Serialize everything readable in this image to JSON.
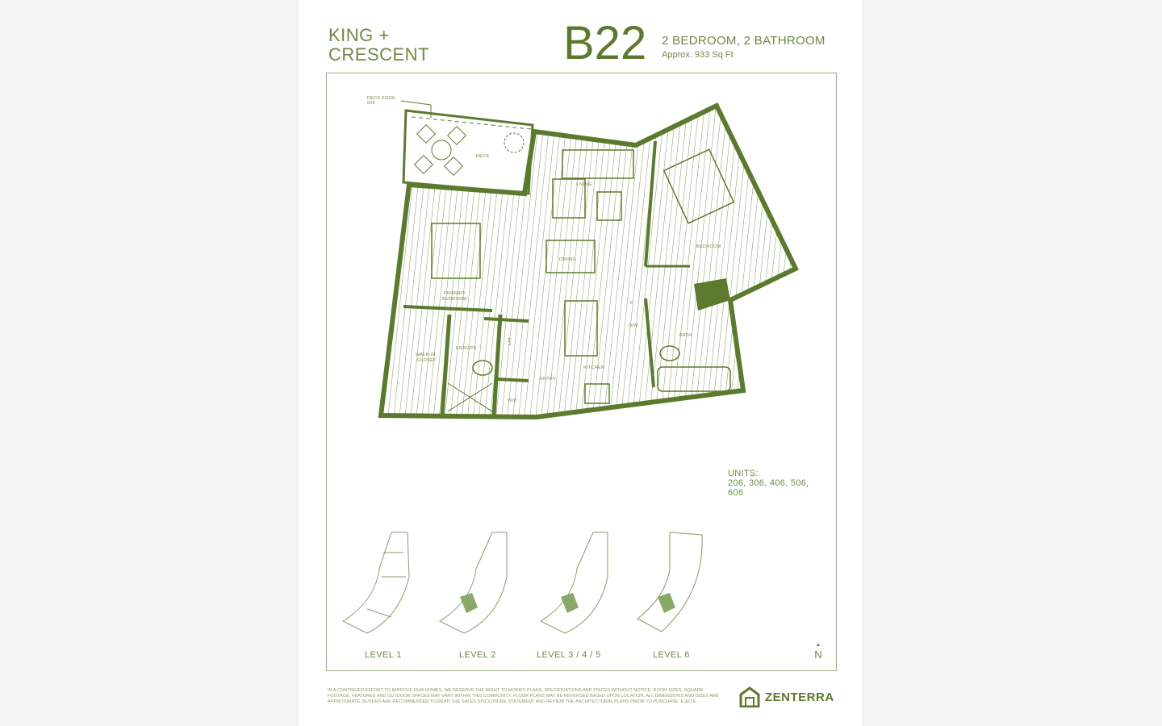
{
  "header": {
    "brand_line1": "KING +",
    "brand_line2": "CRESCENT",
    "unit_code": "B22",
    "unit_type": "2 BEDROOM, 2 BATHROOM",
    "area": "Approx. 933 Sq Ft"
  },
  "plan": {
    "deck_edge": "DECK EDGE",
    "deck_edge_unit": "606",
    "rooms": {
      "deck": "DECK",
      "living": "LIVING",
      "dining": "DINING",
      "bedroom": "BEDROOM",
      "primary_1": "PRIMARY",
      "primary_2": "BEDROOM",
      "ensuite": "ENSUITE",
      "walkin_1": "WALK-IN",
      "walkin_2": "CLOSET",
      "linen": "LIN",
      "wd": "W/D",
      "entry": "ENTRY",
      "kitchen": "KITCHEN",
      "dw": "D/W",
      "fridge": "F",
      "bath": "BATH"
    }
  },
  "units": {
    "label": "UNITS:",
    "list": "206, 306, 406, 506, 606"
  },
  "key_plans": [
    "LEVEL 1",
    "LEVEL 2",
    "LEVEL 3 / 4 / 5",
    "LEVEL 6"
  ],
  "north": "N",
  "disclaimer": "In a continued effort to improve our homes, we reserve the right to modify plans, specifications and prices without notice. Room sizes, square footage, features and outdoor spaces may vary within this community. Floor plans may be reversed based upon location. All dimensions and sizes are approximate. Buyers are recommended to read the sales disclosure statement and review the architectural plans prior to purchase. E.&O.E.",
  "logo": "ZENTERRA",
  "colors": {
    "brand_green": "#5c7a2e",
    "frame": "#9fae84",
    "highlight": "#8aa866"
  }
}
